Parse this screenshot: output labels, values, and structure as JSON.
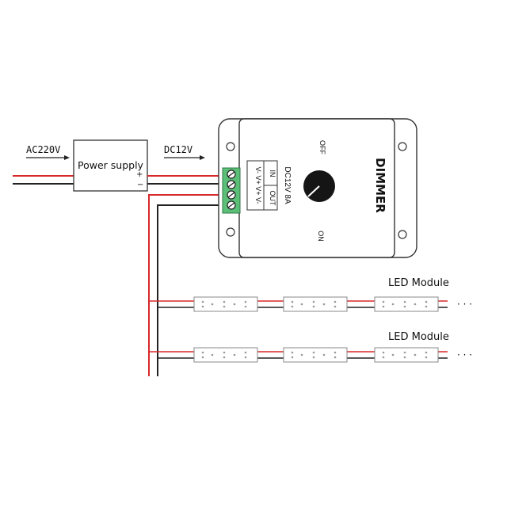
{
  "labels": {
    "ac_input": "AC220V",
    "dc_output": "DC12V",
    "power_supply": "Power supply",
    "plus": "+",
    "minus": "−",
    "dimmer_title": "DIMMER",
    "rating": "DC12V 8A",
    "knob_off": "OFF",
    "knob_on": "ON",
    "term_in": "IN",
    "term_out": "OUT",
    "term_pins": "V- V+ V+ V-",
    "led_module_1": "LED Module",
    "led_module_2": "LED Module",
    "ellipsis_1": "· · ·",
    "ellipsis_2": "· · ·"
  },
  "colors": {
    "wire_red": "#d8282a",
    "wire_black": "#222222",
    "terminal_green": "#5cbf78",
    "knob": "#151515"
  }
}
